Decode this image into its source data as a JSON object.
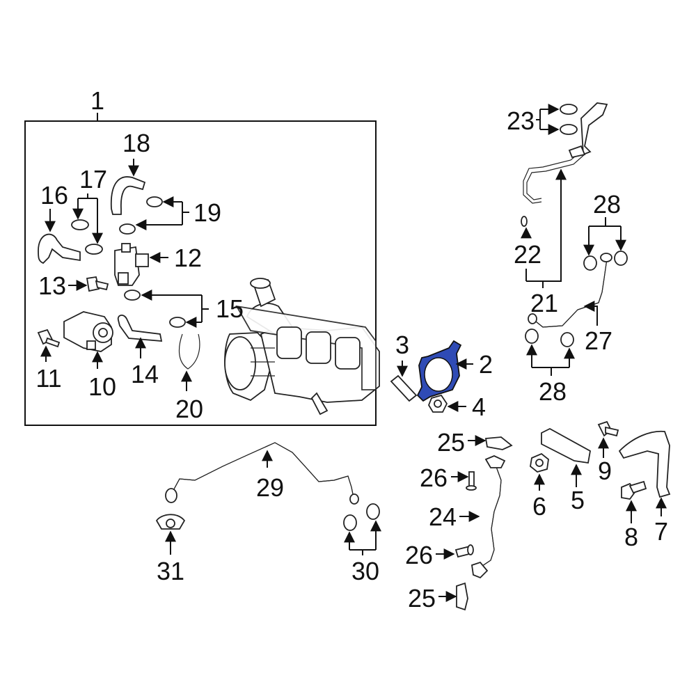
{
  "diagram": {
    "type": "exploded-parts-diagram",
    "highlight_color": "#2f4bb5",
    "line_color": "#111111",
    "callouts": {
      "c1": "1",
      "c2": "2",
      "c3": "3",
      "c4": "4",
      "c5": "5",
      "c6": "6",
      "c7": "7",
      "c8": "8",
      "c9": "9",
      "c10": "10",
      "c11": "11",
      "c12": "12",
      "c13": "13",
      "c14": "14",
      "c15": "15",
      "c16": "16",
      "c17": "17",
      "c18": "18",
      "c19": "19",
      "c20": "20",
      "c21": "21",
      "c22": "22",
      "c23": "23",
      "c24": "24",
      "c25a": "25",
      "c25b": "25",
      "c26a": "26",
      "c26b": "26",
      "c27": "27",
      "c28a": "28",
      "c28b": "28",
      "c29": "29",
      "c30": "30",
      "c31": "31"
    }
  }
}
